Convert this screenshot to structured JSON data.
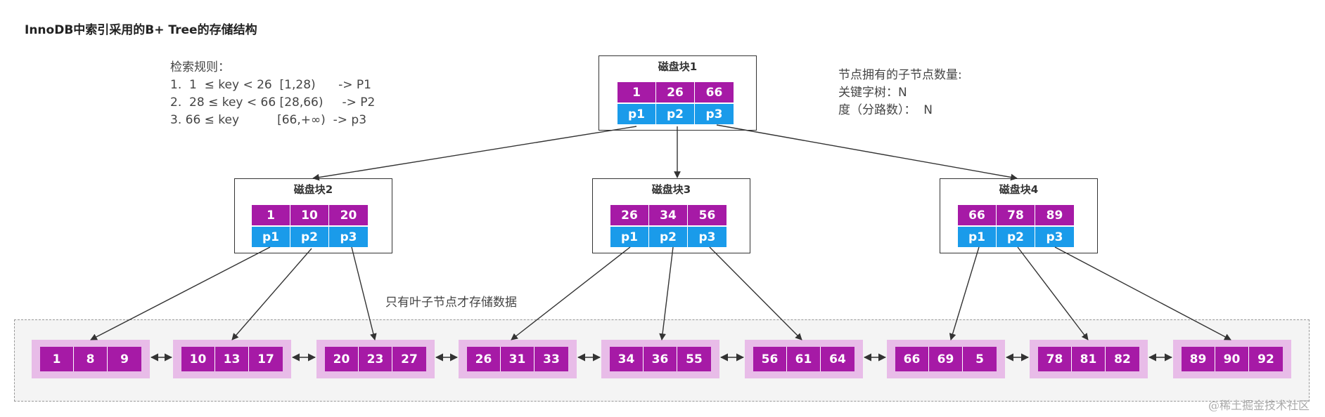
{
  "title": "InnoDB中索引采用的B+ Tree的存储结构",
  "rules": {
    "heading": "检索规则：",
    "lines": [
      "1.  1  ≤ key < 26  [1,28)      -> P1",
      "2.  28 ≤ key < 66 [28,66)     -> P2",
      "3. 66 ≤ key          [66,+∞)  -> p3"
    ]
  },
  "node_info": {
    "lines": [
      "节点拥有的子节点数量:",
      "关键字树：N",
      "度（分路数）：  N"
    ]
  },
  "leaf_note": "只有叶子节点才存储数据",
  "blocks": {
    "root": {
      "title": "磁盘块1",
      "keys": [
        "1",
        "26",
        "66"
      ],
      "pointers": [
        "p1",
        "p2",
        "p3"
      ]
    },
    "b2": {
      "title": "磁盘块2",
      "keys": [
        "1",
        "10",
        "20"
      ],
      "pointers": [
        "p1",
        "p2",
        "p3"
      ]
    },
    "b3": {
      "title": "磁盘块3",
      "keys": [
        "26",
        "34",
        "56"
      ],
      "pointers": [
        "p1",
        "p2",
        "p3"
      ]
    },
    "b4": {
      "title": "磁盘块4",
      "keys": [
        "66",
        "78",
        "89"
      ],
      "pointers": [
        "p1",
        "p2",
        "p3"
      ]
    }
  },
  "leaves": [
    [
      "1",
      "8",
      "9"
    ],
    [
      "10",
      "13",
      "17"
    ],
    [
      "20",
      "23",
      "27"
    ],
    [
      "26",
      "31",
      "33"
    ],
    [
      "34",
      "36",
      "55"
    ],
    [
      "56",
      "61",
      "64"
    ],
    [
      "66",
      "69",
      "5"
    ],
    [
      "78",
      "81",
      "82"
    ],
    [
      "89",
      "90",
      "92"
    ]
  ],
  "watermark": "@稀土掘金技术社区",
  "colors": {
    "key": "#a61aa6",
    "pointer": "#1a9bea",
    "leaf_bg": "#e8bce8",
    "container_bg": "#f4f4f4"
  }
}
